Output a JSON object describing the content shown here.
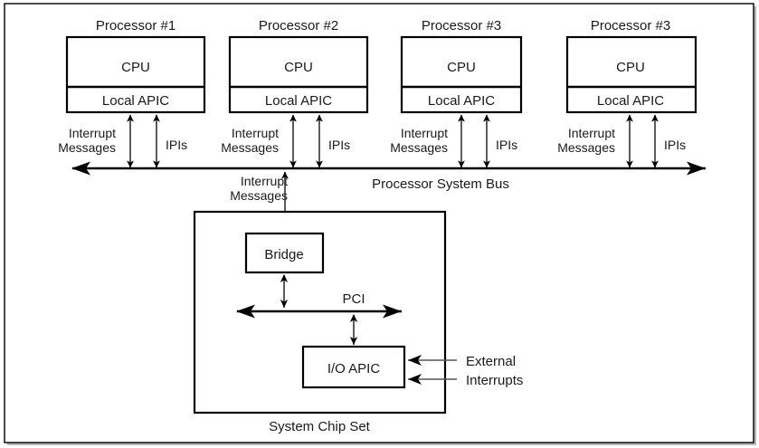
{
  "figure": {
    "bus_label": "Processor System Bus",
    "chipset_label": "System Chip Set",
    "pci_label": "PCI",
    "bridge_label": "Bridge",
    "ioapic_label": "I/O APIC",
    "external_line1": "External",
    "external_line2": "Interrupts",
    "chipset_link_line1": "Interrupt",
    "chipset_link_line2": "Messages"
  },
  "processors": [
    {
      "title": "Processor #1",
      "cpu_label": "CPU",
      "apic_label": "Local APIC",
      "interrupt_line1": "Interrupt",
      "interrupt_line2": "Messages",
      "ipi_label": "IPIs"
    },
    {
      "title": "Processor #2",
      "cpu_label": "CPU",
      "apic_label": "Local APIC",
      "interrupt_line1": "Interrupt",
      "interrupt_line2": "Messages",
      "ipi_label": "IPIs"
    },
    {
      "title": "Processor #3",
      "cpu_label": "CPU",
      "apic_label": "Local APIC",
      "interrupt_line1": "Interrupt",
      "interrupt_line2": "Messages",
      "ipi_label": "IPIs"
    },
    {
      "title": "Processor #3",
      "cpu_label": "CPU",
      "apic_label": "Local APIC",
      "interrupt_line1": "Interrupt",
      "interrupt_line2": "Messages",
      "ipi_label": "IPIs"
    }
  ],
  "colors": {
    "stroke": "#000000",
    "text": "#1a1a1a",
    "background": "#ffffff",
    "thin_arrow": "#333333",
    "external_arrow": "#555555"
  }
}
